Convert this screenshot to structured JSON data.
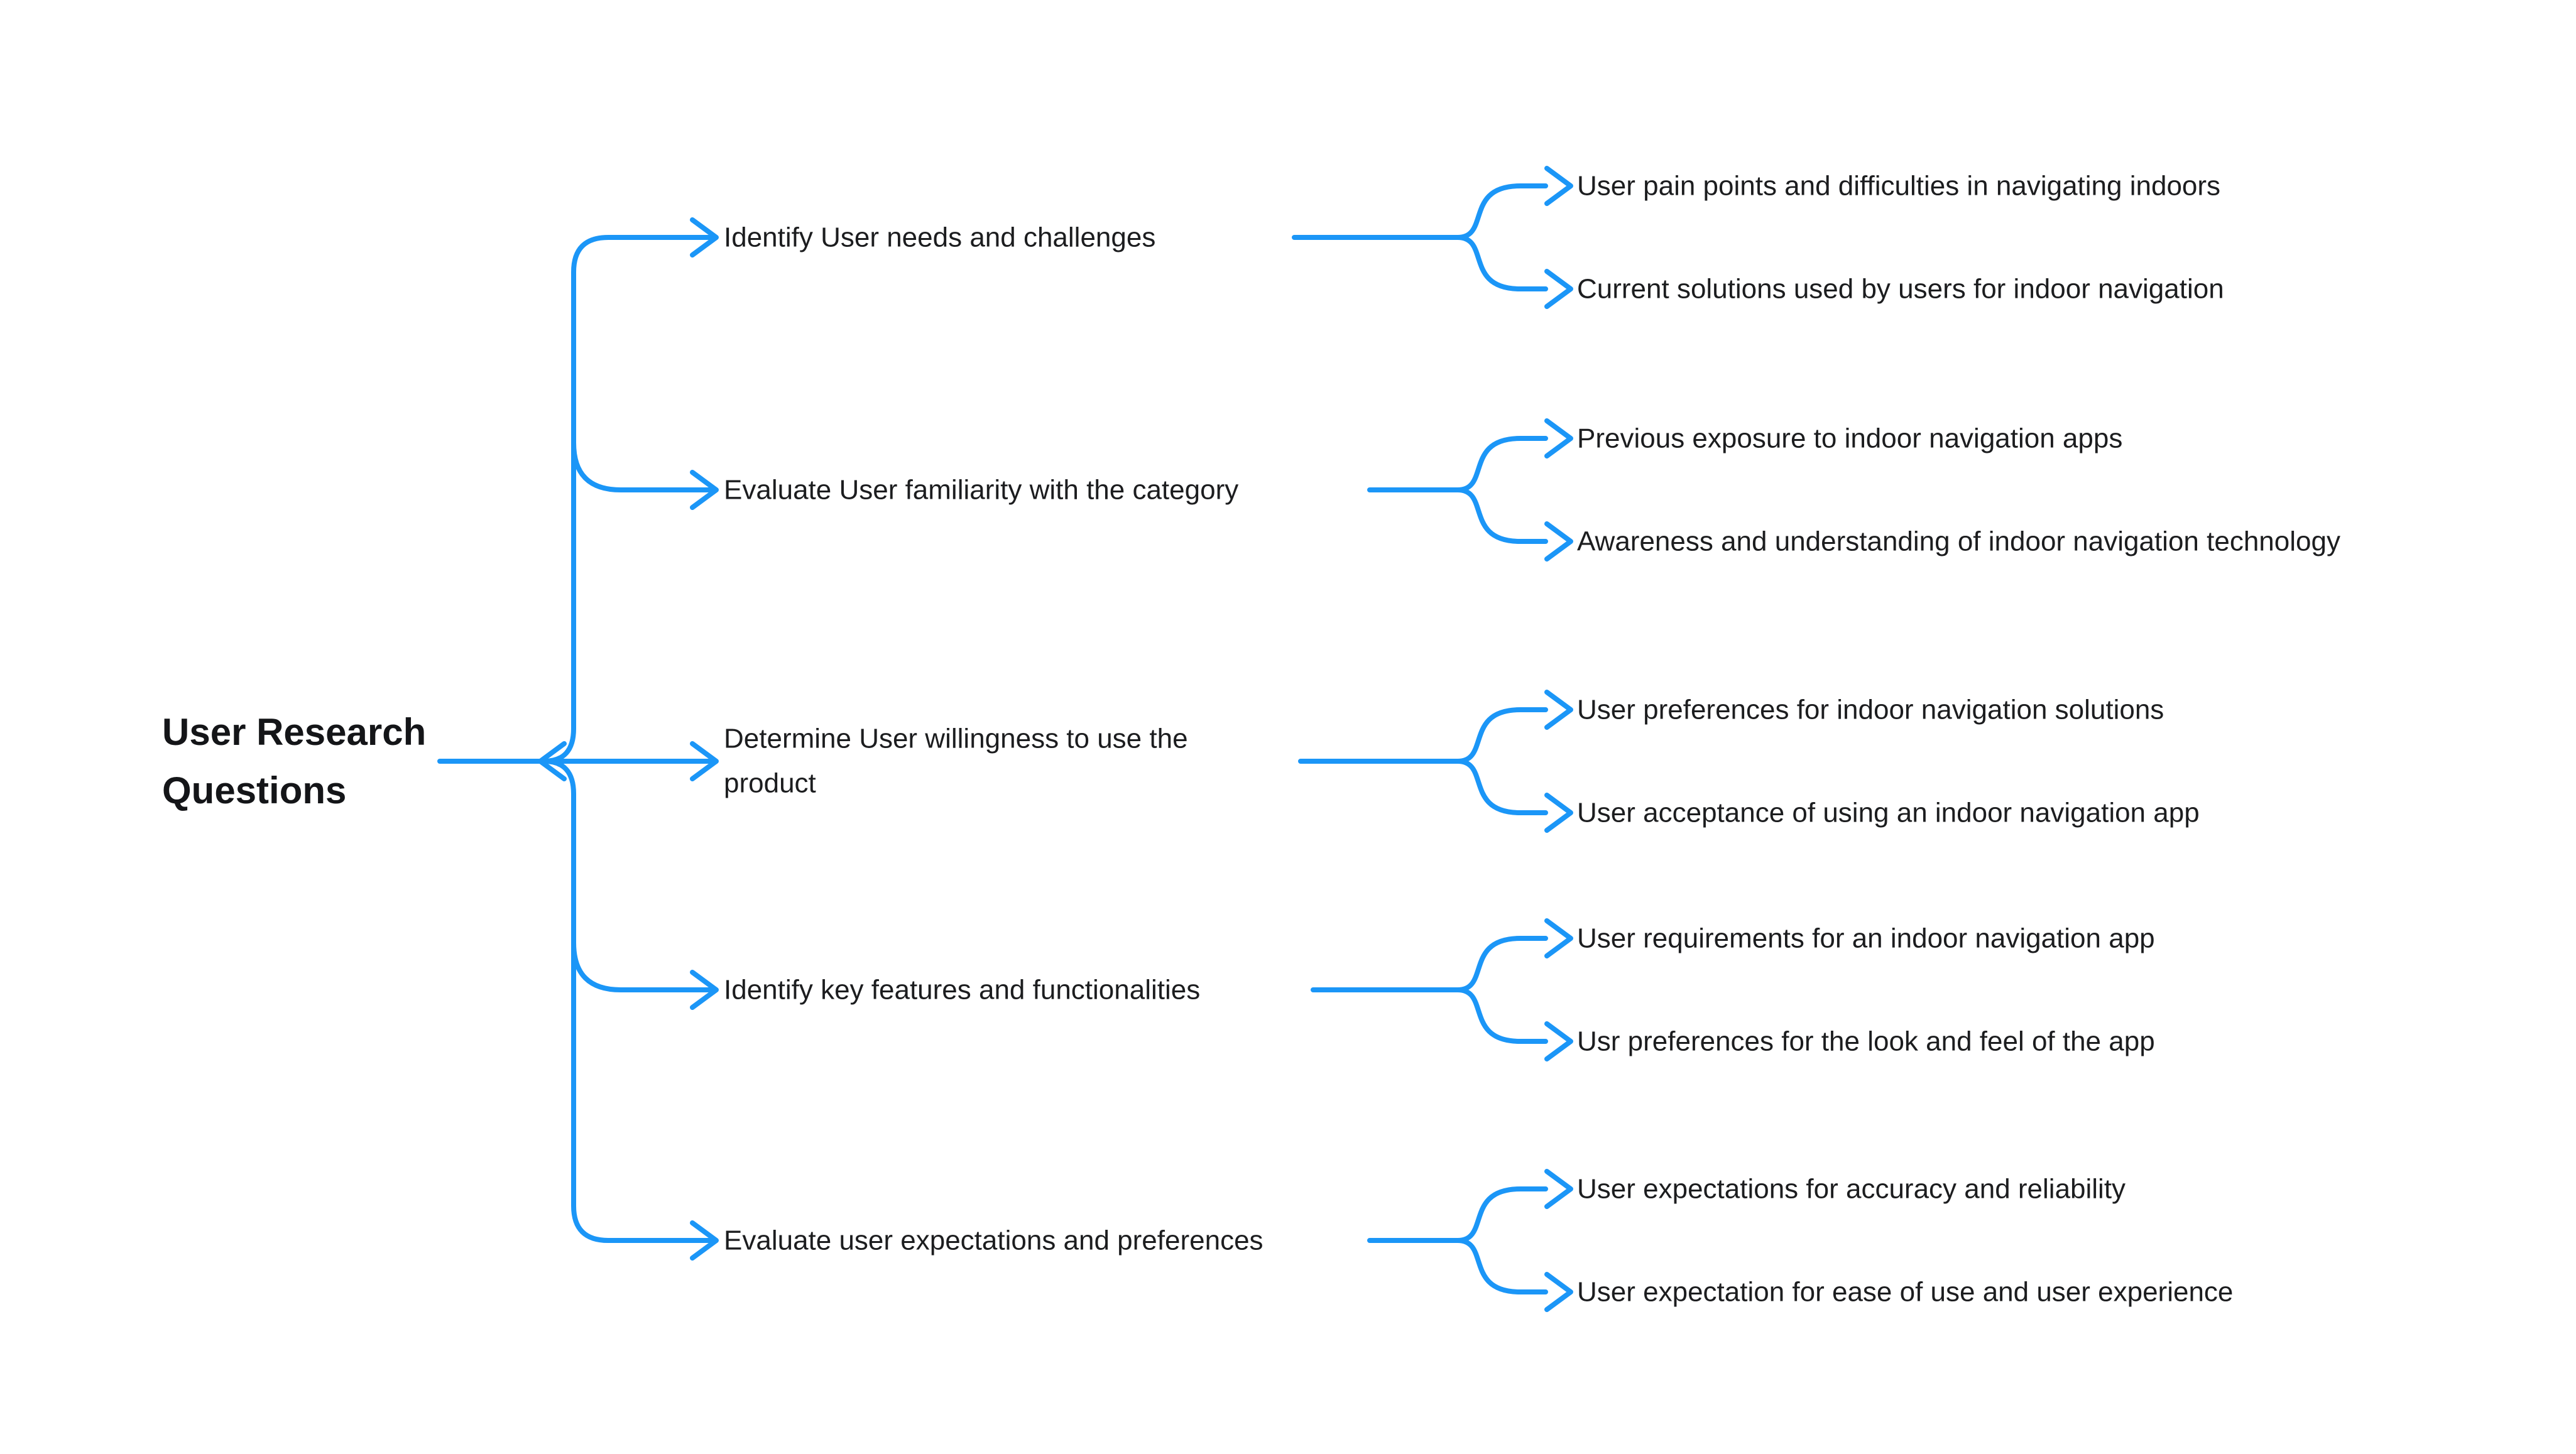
{
  "colors": {
    "connector_blue": "#1B96F7",
    "text_dark": "#1C1D1F",
    "background": "#FFFFFF"
  },
  "mindmap": {
    "root": {
      "label": "User Research Questions"
    },
    "branches": [
      {
        "label": "Identify User needs and challenges",
        "children": [
          "User pain points and difficulties in navigating indoors",
          "Current solutions used by users for indoor navigation"
        ]
      },
      {
        "label": "Evaluate User familiarity with the category",
        "children": [
          "Previous exposure to indoor navigation apps",
          "Awareness and understanding of indoor navigation technology"
        ]
      },
      {
        "label": "Determine User willingness to use the product",
        "children": [
          "User preferences for indoor navigation solutions",
          "User acceptance of using an indoor navigation app"
        ]
      },
      {
        "label": "Identify key features and functionalities",
        "children": [
          "User requirements for an indoor navigation app",
          "Usr preferences for the look and feel of the app"
        ]
      },
      {
        "label": "Evaluate user expectations and preferences",
        "children": [
          "User expectations for accuracy and reliability",
          "User expectation for ease of use and user experience"
        ]
      }
    ]
  }
}
